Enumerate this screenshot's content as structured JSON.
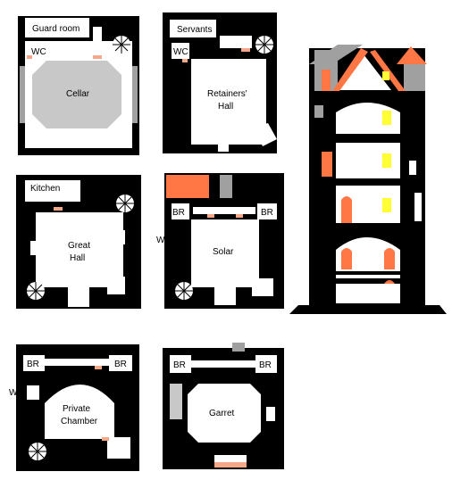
{
  "plans": [
    {
      "labels": {
        "main": "Cellar",
        "top": "Guard room",
        "wc": "WC"
      }
    },
    {
      "labels": {
        "main_line1": "Retainers'",
        "main_line2": "Hall",
        "top": "Servants",
        "wc": "WC"
      }
    },
    {
      "labels": {
        "main_line1": "Great",
        "main_line2": "Hall",
        "top": "Kitchen"
      }
    },
    {
      "labels": {
        "main": "Solar",
        "br_left": "BR",
        "br_right": "BR",
        "wc": "WC"
      }
    },
    {
      "labels": {
        "main_line1": "Private",
        "main_line2": "Chamber",
        "br_left": "BR",
        "br_right": "BR",
        "wc": "WC"
      }
    },
    {
      "labels": {
        "main": "Garret",
        "br_left": "BR",
        "br_right": "BR"
      }
    }
  ],
  "colors": {
    "wall": "#000000",
    "floor": "#ffffff",
    "paving": "#c8c8c8",
    "stone": "#a0a0a0",
    "roof": "#ff7744",
    "door": "#f4a888",
    "window": "#ffff33"
  }
}
